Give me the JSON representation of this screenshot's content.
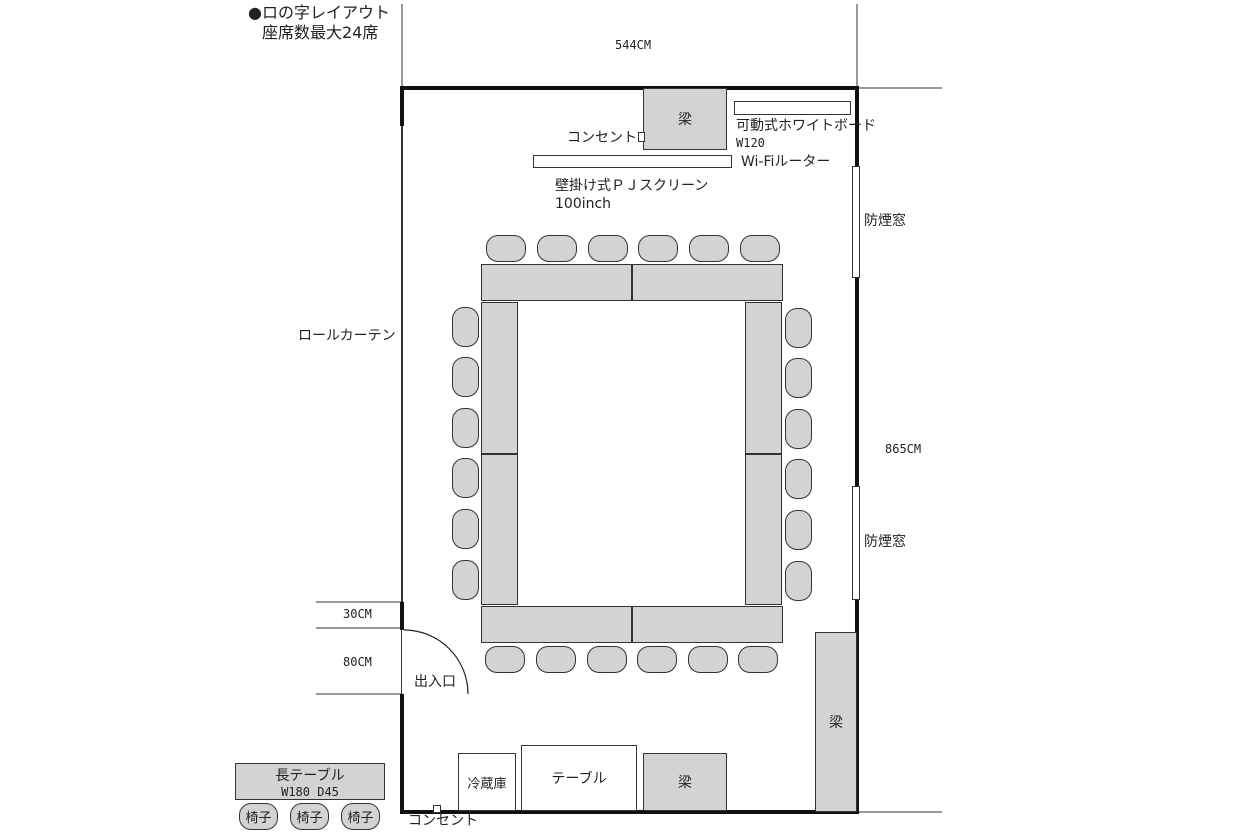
{
  "title": {
    "line1": "●ロの字レイアウト",
    "line2": "座席数最大24席"
  },
  "dimensions": {
    "width": "544CM",
    "height": "865CM",
    "gap_30": "30CM",
    "door_80": "80CM"
  },
  "labels": {
    "beam": "梁",
    "whiteboard_line1": "可動式ホワイトボード",
    "whiteboard_line2": "W120",
    "outlet_top": "コンセント",
    "wifi_router": "Wi-Fiルーター",
    "screen_line1": "壁掛け式ＰＪスクリーン",
    "screen_line2": "100inch",
    "smoke_window": "防煙窓",
    "roll_curtain": "ロールカーテン",
    "entrance": "出入口",
    "fridge": "冷蔵庫",
    "table": "テーブル",
    "outlet_bottom": "コンセント"
  },
  "legend": {
    "long_table_line1": "長テーブル",
    "long_table_line2": "W180  D45",
    "chair": "椅子"
  }
}
